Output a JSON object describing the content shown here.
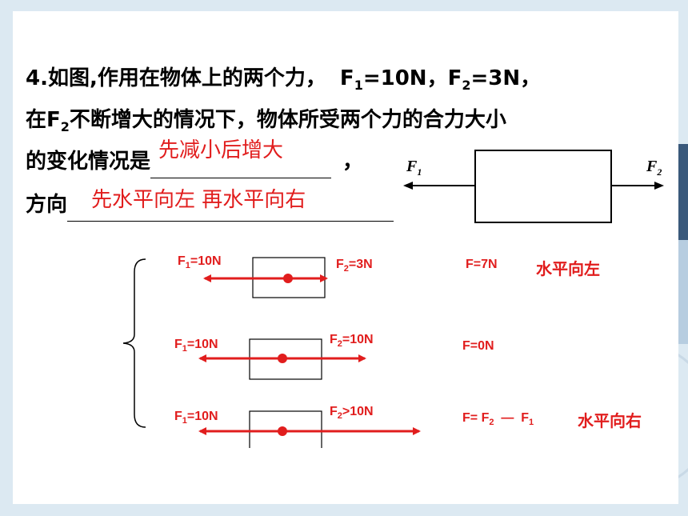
{
  "question": {
    "number": "4.",
    "line1": "如图,作用在物体上的两个力，",
    "f1_value": "F1=10N",
    "f2_value": "F2=3N",
    "line2_pre": "在",
    "line2_f2": "F2",
    "line2_post": "不断增大的情况下，物体所受两个力的合力大小",
    "line3_pre": "的变化情况是",
    "answer1": "先减小后增大",
    "line3_post": "，",
    "line4_pre": "方向",
    "answer2": "先水平向左  再水平向右",
    "line4_post": "。"
  },
  "figure": {
    "f1": "F",
    "f1_sub": "1",
    "f2": "F",
    "f2_sub": "2"
  },
  "cases": [
    {
      "f1": "F1=10N",
      "f2": "F2=3N",
      "result": "F=7N",
      "direction": "水平向左"
    },
    {
      "f1": "F1=10N",
      "f2": "F2=10N",
      "result": "F=0N",
      "direction": ""
    },
    {
      "f1": "F1=10N",
      "f2": "F2>10N",
      "result": "F= F2 — F1",
      "direction": "水平向右"
    }
  ],
  "colors": {
    "accent": "#e11d1d",
    "text": "#000000",
    "background": "#dce9f2"
  }
}
